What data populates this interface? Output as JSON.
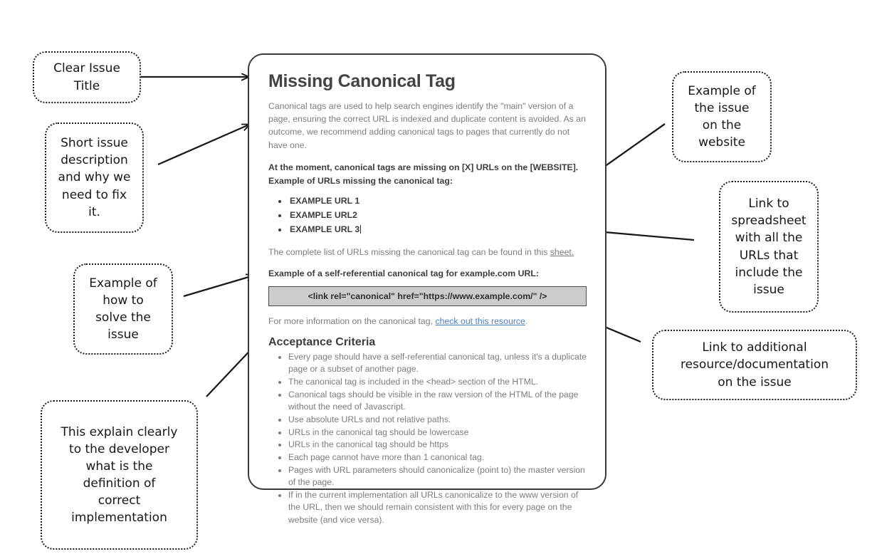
{
  "card": {
    "title": "Missing Canonical Tag",
    "intro": "Canonical tags are used to help search engines identify the \"main\" version of a page, ensuring the correct URL is indexed and duplicate content is avoided. As an outcome, we recommend adding canonical tags to pages that currently do not have one.",
    "status_line": "At the moment, canonical tags are missing on [X] URLs on the [WEBSITE]. Example of URLs missing the canonical tag:",
    "example_urls": [
      "EXAMPLE URL 1",
      "EXAMPLE URL2",
      "EXAMPLE URL 3"
    ],
    "sheet_sentence_before": "The complete list of URLs missing the canonical tag can be found in this ",
    "sheet_link_label": "sheet.",
    "code_heading": "Example of a self-referential canonical tag for example.com URL:",
    "code_snippet": "<link rel=\"canonical\" href=\"https://www.example.com/\" />",
    "resource_sentence_before": "For more information on the canonical tag, ",
    "resource_link_label": "check out this resource",
    "resource_sentence_after": ".",
    "acceptance_heading": "Acceptance Criteria",
    "acceptance_items": [
      "Every page should have a self-referential canonical tag, unless it's a duplicate page or a subset of another page.",
      "The canonical tag is included in the <head> section of the HTML.",
      "Canonical tags should be visible in the raw version of the HTML of the page without the need of Javascript.",
      "Use absolute URLs and not relative paths.",
      "URLs in the canonical tag should be lowercase",
      "URLs in the canonical tag should be https",
      "Each page cannot have more than 1 canonical tag.",
      "Pages with URL parameters should canonicalize (point to) the master version of the page.",
      "If in the current implementation all URLs canonicalize to the www version of the URL, then we should remain consistent with this for every page on the website (and vice versa)."
    ]
  },
  "callouts": [
    {
      "id": "clear-issue-title",
      "text": "Clear Issue\nTitle"
    },
    {
      "id": "short-description",
      "text": "Short issue\ndescription\nand why we\nneed to fix\nit."
    },
    {
      "id": "example-how-to-solve",
      "text": "Example of\nhow to\nsolve the\nissue"
    },
    {
      "id": "definition-of-correct-implementation",
      "text": "This explain clearly\nto the developer\nwhat is the\ndefinition of\ncorrect\nimplementation"
    },
    {
      "id": "example-issue-website",
      "text": "Example of\nthe issue\non the\nwebsite"
    },
    {
      "id": "link-to-spreadsheet",
      "text": "Link to\nspreadsheet\nwith all the\nURLs that\ninclude the\nissue"
    },
    {
      "id": "link-to-resource",
      "text": "Link to additional\nresource/documentation\non the issue"
    }
  ],
  "colors": {
    "card_border": "#3a3a3a",
    "title": "#434343",
    "body_text": "#7c7c7c",
    "strong_text": "#3d3d3d",
    "code_bg": "#cccccc",
    "link_blue": "#4e7ec4",
    "annotation_ink": "#1d1d1d"
  }
}
